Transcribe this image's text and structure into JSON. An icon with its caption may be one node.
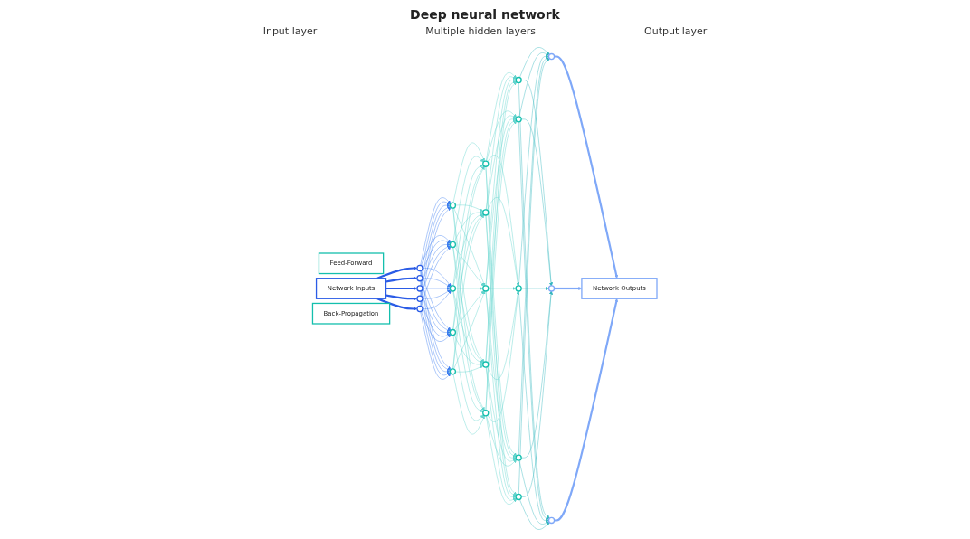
{
  "diagram": {
    "nodes": [
      {
        "text": [
          "Feed-Forward"
        ]
      },
      {
        "text": [
          "Network Inputs"
        ]
      },
      {
        "text": [],
        "shape": "circle"
      },
      {
        "text": [],
        "shape": "circle"
      },
      {
        "text": [],
        "shape": "circle"
      },
      {
        "text": [],
        "shape": "circle"
      },
      {
        "text": [],
        "shape": "circle"
      },
      {
        "text": [],
        "shape": "circle"
      },
      {
        "text": [],
        "shape": "circle"
      },
      {
        "text": [],
        "shape": "circle"
      },
      {
        "text": [],
        "shape": "circle"
      },
      {
        "text": [],
        "shape": "circle"
      },
      {
        "text": [],
        "shape": "circle"
      },
      {
        "text": [],
        "shape": "circle"
      },
      {
        "text": [],
        "shape": "circle"
      },
      {
        "text": [],
        "shape": "circle"
      },
      {
        "text": [],
        "shape": "circle"
      },
      {
        "text": [],
        "shape": "circle"
      },
      {
        "text": [],
        "shape": "circle"
      },
      {
        "text": [],
        "shape": "circle"
      },
      {
        "text": [],
        "shape": "circle"
      },
      {
        "text": [],
        "shape": "circle"
      },
      {
        "text": [],
        "shape": "circle"
      },
      {
        "text": [],
        "shape": "circle"
      },
      {
        "text": [],
        "shape": "circle"
      },
      {
        "text": [
          "Network Outputs"
        ]
      },
      {
        "text": [
          "Back-Propagation"
        ]
      }
    ],
    "edges": [
      {
        "from": 1,
        "to": 2,
        "arrow": "to",
        "style": "thick",
        "color": "#2b5ce6"
      },
      {
        "from": 1,
        "to": 3,
        "arrow": "to",
        "style": "thick",
        "color": "#2b5ce6"
      },
      {
        "from": 1,
        "to": 4,
        "arrow": "to",
        "style": "thick",
        "color": "#2b5ce6"
      },
      {
        "from": 1,
        "to": 5,
        "arrow": "to",
        "style": "thick",
        "color": "#2b5ce6"
      },
      {
        "from": 1,
        "to": 6,
        "arrow": "to",
        "style": "thick",
        "color": "#2b5ce6"
      },
      {
        "from": 2,
        "to": 7,
        "arrow": "to",
        "color": "#3f7ff0"
      },
      {
        "from": 2,
        "to": 8,
        "arrow": "to",
        "color": "#3f7ff0"
      },
      {
        "from": 2,
        "to": 9,
        "arrow": "to",
        "color": "#3f7ff0"
      },
      {
        "from": 2,
        "to": 10,
        "arrow": "to",
        "color": "#3f7ff0"
      },
      {
        "from": 2,
        "to": 11,
        "arrow": "to",
        "color": "#3f7ff0"
      },
      {
        "from": 3,
        "to": 7,
        "arrow": "to",
        "color": "#3f7ff0"
      },
      {
        "from": 3,
        "to": 8,
        "arrow": "to",
        "color": "#3f7ff0"
      },
      {
        "from": 3,
        "to": 9,
        "arrow": "to",
        "color": "#3f7ff0"
      },
      {
        "from": 3,
        "to": 10,
        "arrow": "to",
        "color": "#3f7ff0"
      },
      {
        "from": 3,
        "to": 11,
        "arrow": "to",
        "color": "#3f7ff0"
      },
      {
        "from": 4,
        "to": 7,
        "arrow": "to",
        "color": "#3f7ff0"
      },
      {
        "from": 4,
        "to": 8,
        "arrow": "to",
        "color": "#3f7ff0"
      },
      {
        "from": 4,
        "to": 9,
        "arrow": "to",
        "color": "#3f7ff0"
      },
      {
        "from": 4,
        "to": 10,
        "arrow": "to",
        "color": "#3f7ff0"
      },
      {
        "from": 4,
        "to": 11,
        "arrow": "to",
        "color": "#3f7ff0"
      },
      {
        "from": 5,
        "to": 7,
        "arrow": "to",
        "color": "#3f7ff0"
      },
      {
        "from": 5,
        "to": 8,
        "arrow": "to",
        "color": "#3f7ff0"
      },
      {
        "from": 5,
        "to": 9,
        "arrow": "to",
        "color": "#3f7ff0"
      },
      {
        "from": 5,
        "to": 10,
        "arrow": "to",
        "color": "#3f7ff0"
      },
      {
        "from": 5,
        "to": 11,
        "arrow": "to",
        "color": "#3f7ff0"
      },
      {
        "from": 6,
        "to": 7,
        "arrow": "to",
        "color": "#3f7ff0"
      },
      {
        "from": 6,
        "to": 8,
        "arrow": "to",
        "color": "#3f7ff0"
      },
      {
        "from": 6,
        "to": 9,
        "arrow": "to",
        "color": "#3f7ff0"
      },
      {
        "from": 6,
        "to": 10,
        "arrow": "to",
        "color": "#3f7ff0"
      },
      {
        "from": 6,
        "to": 11,
        "arrow": "to",
        "color": "#3f7ff0"
      },
      {
        "from": 7,
        "to": 12,
        "arrow": "to"
      },
      {
        "from": 7,
        "to": 13,
        "arrow": "to"
      },
      {
        "from": 7,
        "to": 14,
        "arrow": "to"
      },
      {
        "from": 7,
        "to": 15,
        "arrow": "to"
      },
      {
        "from": 7,
        "to": 16,
        "arrow": "to"
      },
      {
        "from": 8,
        "to": 12,
        "arrow": "to"
      },
      {
        "from": 8,
        "to": 13,
        "arrow": "to"
      },
      {
        "from": 8,
        "to": 14,
        "arrow": "to"
      },
      {
        "from": 8,
        "to": 15,
        "arrow": "to"
      },
      {
        "from": 8,
        "to": 16,
        "arrow": "to"
      },
      {
        "from": 9,
        "to": 12,
        "arrow": "to"
      },
      {
        "from": 9,
        "to": 13,
        "arrow": "to"
      },
      {
        "from": 9,
        "to": 14,
        "arrow": "to"
      },
      {
        "from": 9,
        "to": 15,
        "arrow": "to"
      },
      {
        "from": 9,
        "to": 16,
        "arrow": "to"
      },
      {
        "from": 10,
        "to": 12,
        "arrow": "to"
      },
      {
        "from": 10,
        "to": 13,
        "arrow": "to"
      },
      {
        "from": 10,
        "to": 14,
        "arrow": "to"
      },
      {
        "from": 10,
        "to": 15,
        "arrow": "to"
      },
      {
        "from": 10,
        "to": 16,
        "arrow": "to"
      },
      {
        "from": 11,
        "to": 12,
        "arrow": "to"
      },
      {
        "from": 11,
        "to": 13,
        "arrow": "to"
      },
      {
        "from": 11,
        "to": 14,
        "arrow": "to"
      },
      {
        "from": 11,
        "to": 15,
        "arrow": "to"
      },
      {
        "from": 11,
        "to": 16,
        "arrow": "to"
      },
      {
        "from": 12,
        "to": 17,
        "arrow": "to"
      },
      {
        "from": 12,
        "to": 18,
        "arrow": "to"
      },
      {
        "from": 12,
        "to": 19,
        "arrow": "to"
      },
      {
        "from": 12,
        "to": 20,
        "arrow": "to"
      },
      {
        "from": 12,
        "to": 21,
        "arrow": "to"
      },
      {
        "from": 13,
        "to": 17,
        "arrow": "to"
      },
      {
        "from": 13,
        "to": 18,
        "arrow": "to"
      },
      {
        "from": 13,
        "to": 19,
        "arrow": "to"
      },
      {
        "from": 13,
        "to": 20,
        "arrow": "to"
      },
      {
        "from": 13,
        "to": 21,
        "arrow": "to"
      },
      {
        "from": 14,
        "to": 17,
        "arrow": "to"
      },
      {
        "from": 14,
        "to": 18,
        "arrow": "to"
      },
      {
        "from": 14,
        "to": 19,
        "arrow": "to"
      },
      {
        "from": 14,
        "to": 20,
        "arrow": "to"
      },
      {
        "from": 14,
        "to": 21,
        "arrow": "to"
      },
      {
        "from": 15,
        "to": 17,
        "arrow": "to"
      },
      {
        "from": 15,
        "to": 18,
        "arrow": "to"
      },
      {
        "from": 15,
        "to": 19,
        "arrow": "to"
      },
      {
        "from": 15,
        "to": 20,
        "arrow": "to"
      },
      {
        "from": 15,
        "to": 21,
        "arrow": "to"
      },
      {
        "from": 16,
        "to": 17,
        "arrow": "to"
      },
      {
        "from": 16,
        "to": 18,
        "arrow": "to"
      },
      {
        "from": 16,
        "to": 19,
        "arrow": "to"
      },
      {
        "from": 16,
        "to": 20,
        "arrow": "to"
      },
      {
        "from": 16,
        "to": 21,
        "arrow": "to"
      },
      {
        "from": 17,
        "to": 22,
        "arrow": "to",
        "color": "#37b8c0"
      },
      {
        "from": 17,
        "to": 23,
        "arrow": "to",
        "color": "#37b8c0"
      },
      {
        "from": 17,
        "to": 24,
        "arrow": "to",
        "color": "#37b8c0"
      },
      {
        "from": 18,
        "to": 22,
        "arrow": "to",
        "color": "#37b8c0"
      },
      {
        "from": 18,
        "to": 23,
        "arrow": "to",
        "color": "#37b8c0"
      },
      {
        "from": 18,
        "to": 24,
        "arrow": "to",
        "color": "#37b8c0"
      },
      {
        "from": 19,
        "to": 22,
        "arrow": "to",
        "color": "#37b8c0"
      },
      {
        "from": 19,
        "to": 23,
        "arrow": "to",
        "color": "#37b8c0"
      },
      {
        "from": 19,
        "to": 24,
        "arrow": "to",
        "color": "#37b8c0"
      },
      {
        "from": 20,
        "to": 22,
        "arrow": "to",
        "color": "#37b8c0"
      },
      {
        "from": 20,
        "to": 23,
        "arrow": "to",
        "color": "#37b8c0"
      },
      {
        "from": 20,
        "to": 24,
        "arrow": "to",
        "color": "#37b8c0"
      },
      {
        "from": 21,
        "to": 22,
        "arrow": "to",
        "color": "#37b8c0"
      },
      {
        "from": 21,
        "to": 23,
        "arrow": "to",
        "color": "#37b8c0"
      },
      {
        "from": 21,
        "to": 24,
        "arrow": "to",
        "color": "#37b8c0"
      },
      {
        "from": 22,
        "to": 25,
        "arrow": "to",
        "style": "thick",
        "color": "#7fa8f8"
      },
      {
        "from": 23,
        "to": 25,
        "arrow": "to",
        "style": "thick",
        "color": "#7fa8f8"
      },
      {
        "from": 24,
        "to": 25,
        "arrow": "to",
        "style": "thick",
        "color": "#7fa8f8"
      }
    ],
    "labels": [
      "Deep neural network",
      "Input layer",
      "Multiple hidden layers",
      "Output layer"
    ]
  }
}
